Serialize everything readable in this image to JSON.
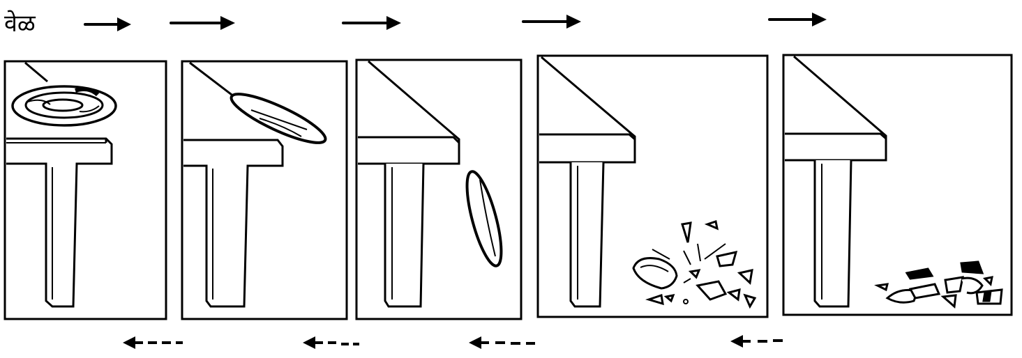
{
  "header": {
    "time_label": "वेळ"
  },
  "diagram": {
    "panel_count": 5,
    "forward_arrows": 5,
    "backward_arrows": 4,
    "panels": [
      {
        "state": "plate-on-table-edge",
        "icon": "plate-icon"
      },
      {
        "state": "plate-tipping-off",
        "icon": "plate-icon"
      },
      {
        "state": "plate-falling",
        "icon": "plate-icon"
      },
      {
        "state": "plate-shattering",
        "icon": "shards-icon"
      },
      {
        "state": "plate-pieces-settled",
        "icon": "shards-icon"
      }
    ],
    "colors": {
      "ink": "#000000",
      "paper": "#ffffff"
    }
  }
}
